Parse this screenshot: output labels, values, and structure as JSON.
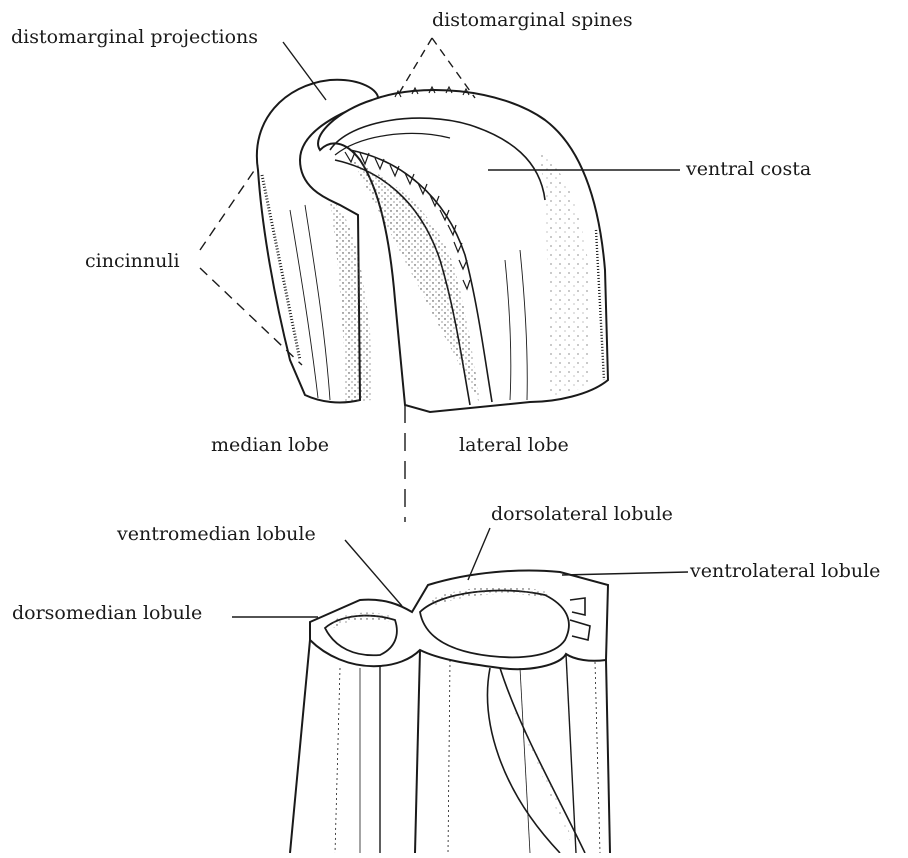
{
  "labels": {
    "distomarginal_projections": "distomarginal projections",
    "distomarginal_spines": "distomarginal spines",
    "ventral_costa": "ventral costa",
    "cincinnuli": "cincinnuli",
    "median_lobe": "median lobe",
    "lateral_lobe": "lateral lobe",
    "dorsolateral_lobule": "dorsolateral lobule",
    "ventromedian_lobule": "ventromedian lobule",
    "ventrolateral_lobule": "ventrolateral lobule",
    "dorsomedian_lobule": "dorsomedian lobule"
  },
  "colors": {
    "ink": "#1a1a1a",
    "paper": "#ffffff"
  }
}
